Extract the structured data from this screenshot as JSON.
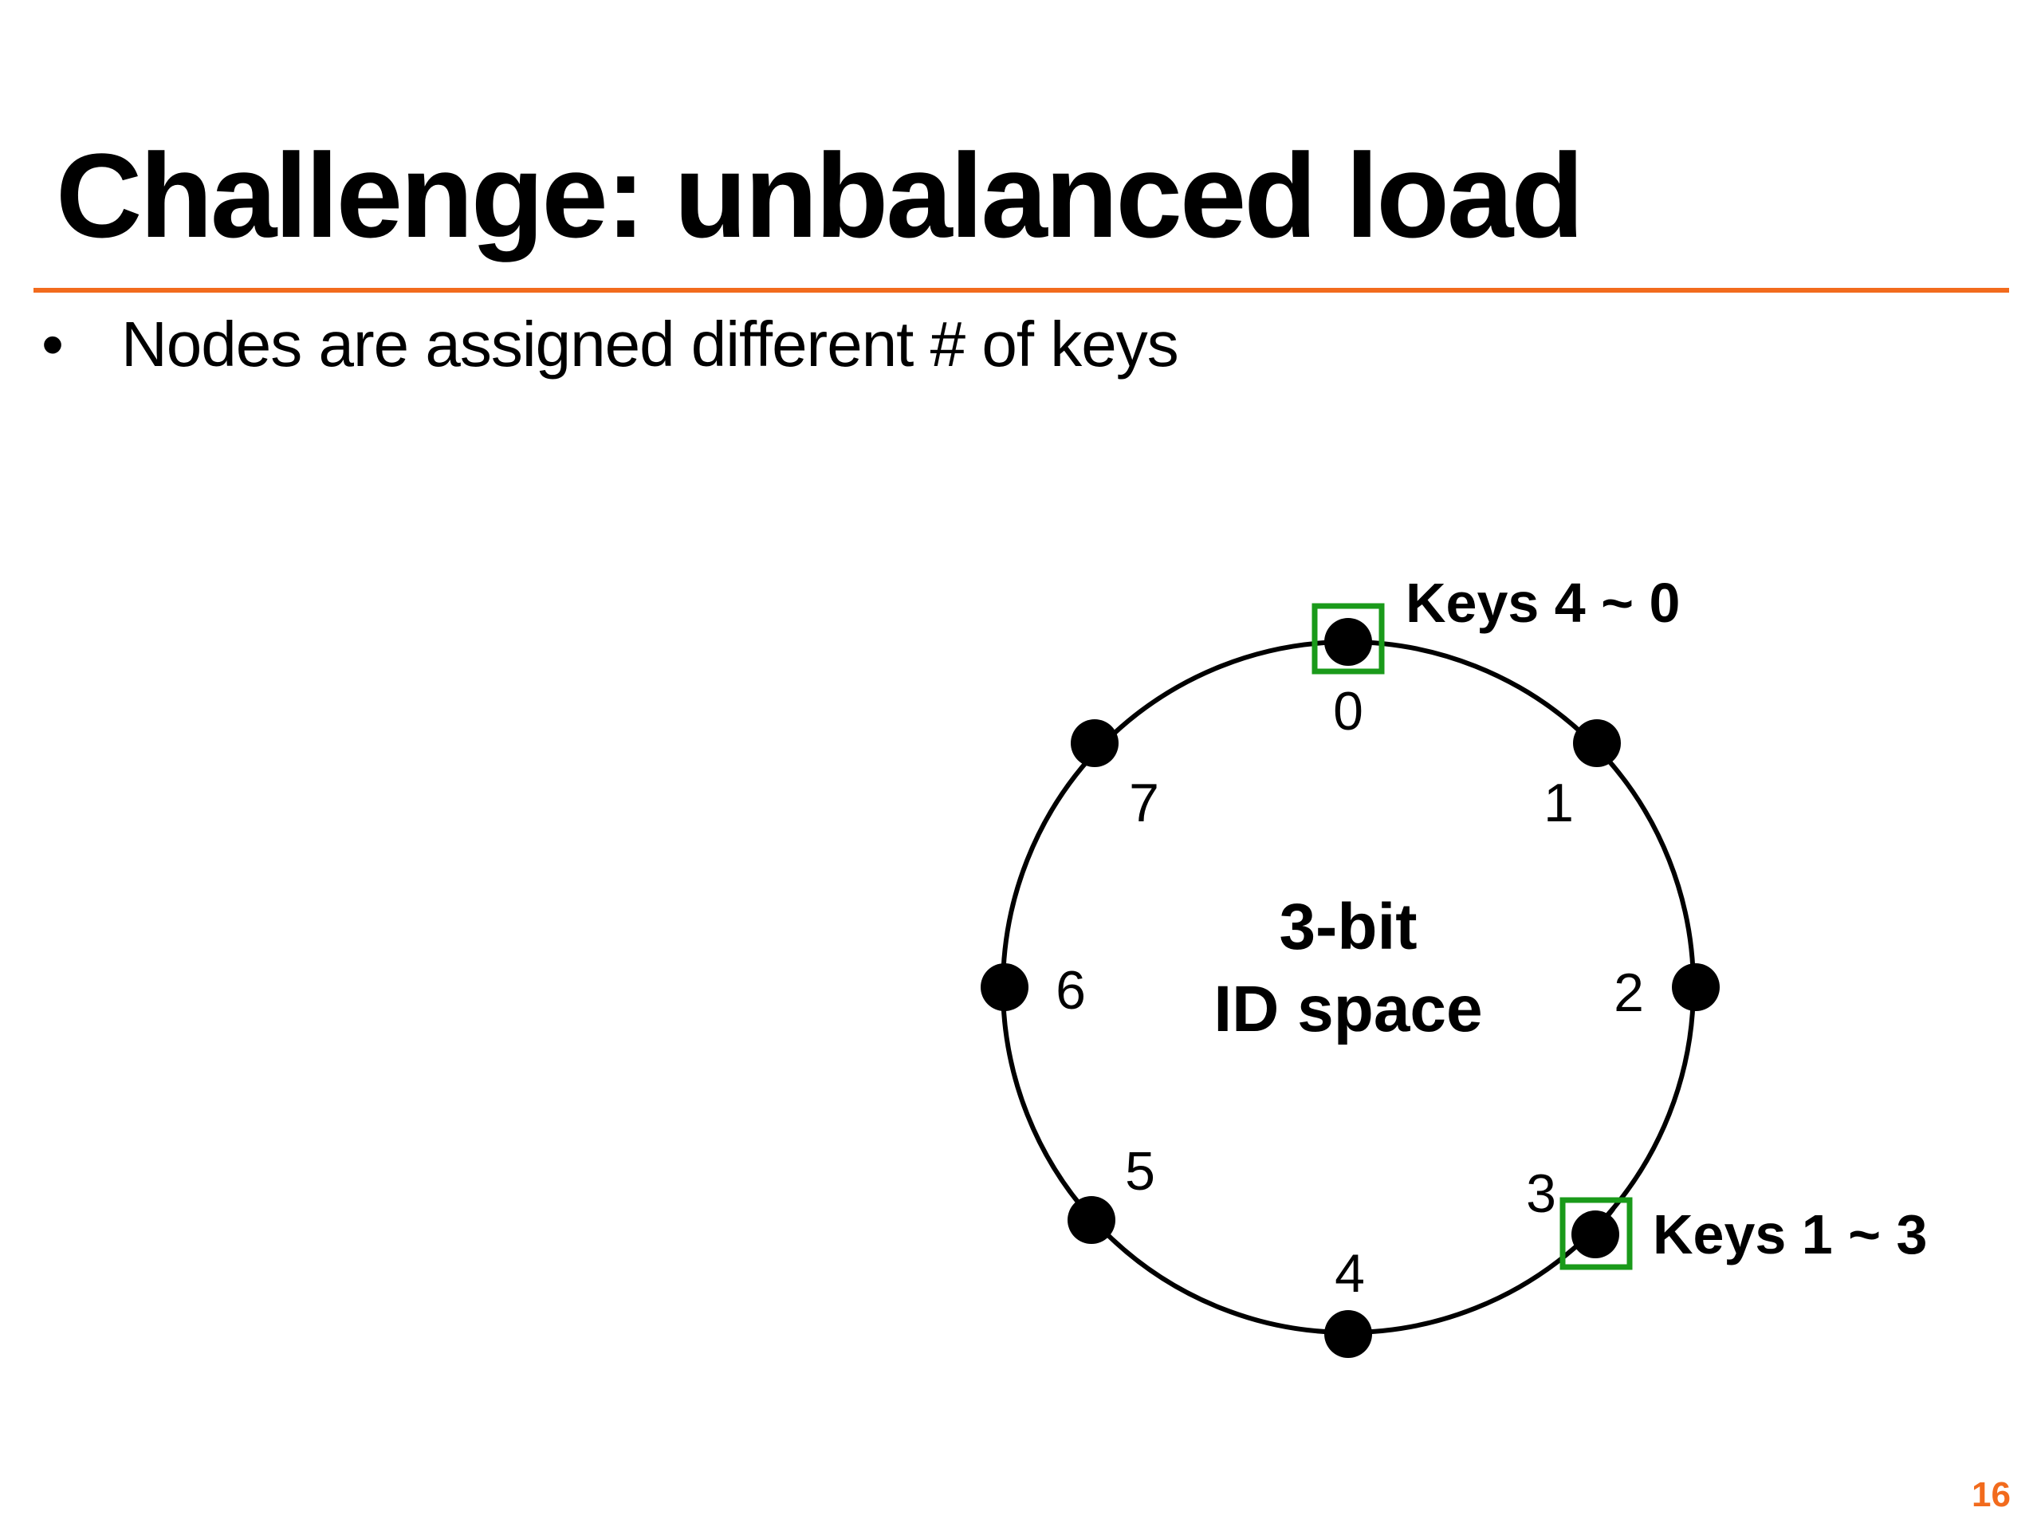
{
  "title": "Challenge: unbalanced load",
  "bullets": [
    {
      "marker": "•",
      "text": "Nodes are assigned different # of keys"
    }
  ],
  "diagram": {
    "center_label_line1": "3-bit",
    "center_label_line2": "ID space",
    "node_ids": [
      "0",
      "1",
      "2",
      "3",
      "4",
      "5",
      "6",
      "7"
    ],
    "active_nodes": [
      {
        "id": "0",
        "label": "Keys 4 ~ 0"
      },
      {
        "id": "3",
        "label": "Keys 1 ~ 3"
      }
    ]
  },
  "page_number": "16",
  "colors": {
    "accent": "#f26b1d",
    "highlight_box": "#1a9a1a",
    "ring": "#000000"
  }
}
